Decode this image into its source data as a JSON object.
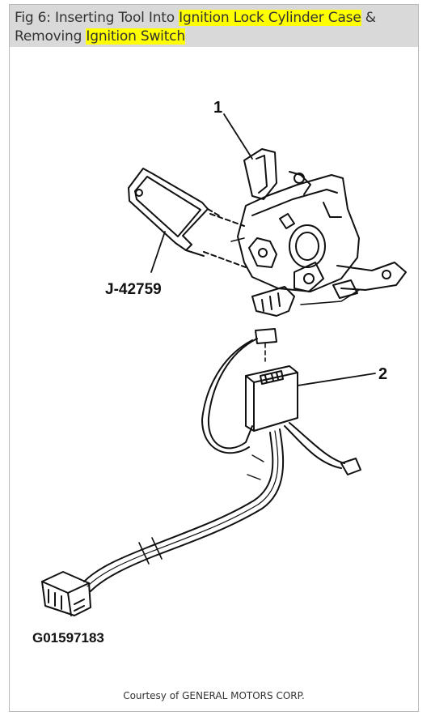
{
  "caption": {
    "part1": "Fig 6: Inserting Tool Into ",
    "highlight1": "Ignition Lock Cylinder Case",
    "part2": " & Removing ",
    "highlight2": "Ignition Switch"
  },
  "diagram": {
    "callout_1": "1",
    "callout_2": "2",
    "tool_label": "J-42759",
    "figure_id": "G01597183"
  },
  "footer": {
    "credit": "Courtesy of GENERAL MOTORS CORP."
  },
  "colors": {
    "caption_background": "#d9d9d9",
    "highlight": "#ffff00",
    "caption_text": "#333333",
    "line_art": "#111111"
  }
}
